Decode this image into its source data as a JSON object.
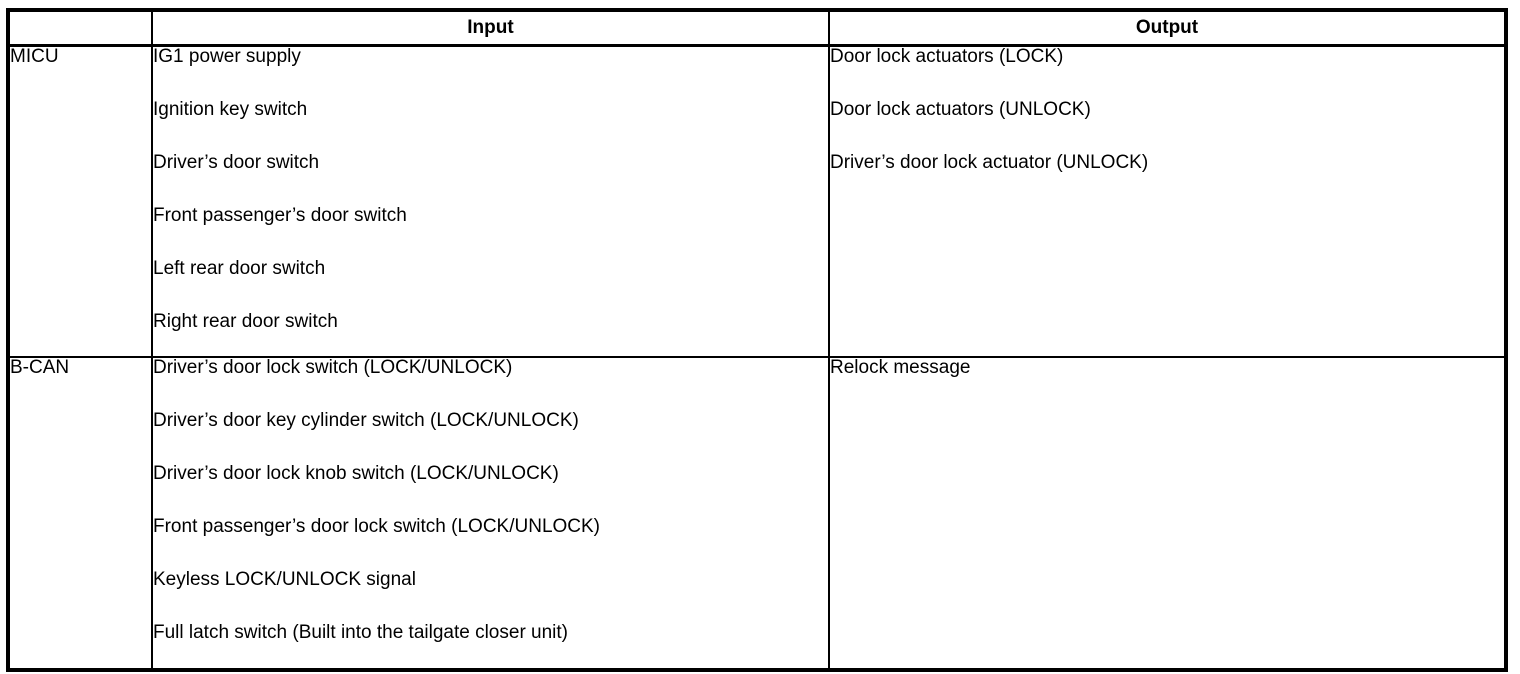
{
  "table": {
    "header": {
      "corner": "",
      "input": "Input",
      "output": "Output"
    },
    "rows": [
      {
        "label": "MICU",
        "inputs": [
          "IG1 power supply",
          "Ignition key switch",
          "Driver’s door switch",
          "Front passenger’s door switch",
          "Left rear door switch",
          "Right rear door switch"
        ],
        "outputs": [
          "Door lock actuators (LOCK)",
          "Door lock actuators (UNLOCK)",
          "Driver’s door lock actuator (UNLOCK)"
        ]
      },
      {
        "label": "B-CAN",
        "inputs": [
          "Driver’s door lock switch (LOCK/UNLOCK)",
          "Driver’s door key cylinder switch (LOCK/UNLOCK)",
          "Driver’s door lock knob switch (LOCK/UNLOCK)",
          "Front passenger’s door lock switch (LOCK/UNLOCK)",
          "Keyless LOCK/UNLOCK signal",
          "Full latch switch (Built into the tailgate closer unit)"
        ],
        "outputs": [
          "Relock message"
        ]
      }
    ]
  }
}
